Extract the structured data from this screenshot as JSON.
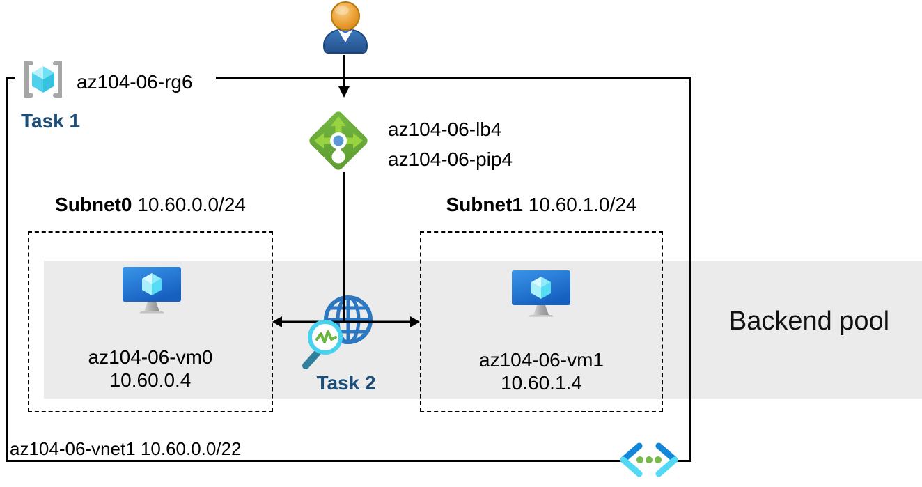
{
  "diagram": {
    "resource_group": {
      "name": "az104-06-rg6",
      "task_label": "Task 1"
    },
    "load_balancer": {
      "name": "az104-06-lb4",
      "public_ip": "az104-06-pip4"
    },
    "subnets": [
      {
        "name": "Subnet0",
        "cidr": "10.60.0.0/24",
        "vm": {
          "name": "az104-06-vm0",
          "ip": "10.60.0.4"
        }
      },
      {
        "name": "Subnet1",
        "cidr": "10.60.1.0/24",
        "vm": {
          "name": "az104-06-vm1",
          "ip": "10.60.1.4"
        }
      }
    ],
    "monitor_task_label": "Task 2",
    "backend_pool_label": "Backend pool",
    "vnet": {
      "name": "az104-06-vnet1",
      "cidr": "10.60.0.0/22"
    },
    "icons": [
      "person-icon",
      "resource-group-icon",
      "load-balancer-icon",
      "virtual-machine-icon",
      "globe-icon",
      "monitor-magnifier-icon",
      "virtual-network-icon",
      "down-arrow",
      "double-headed-arrow"
    ],
    "colors": {
      "band_gray": "#ebebeb",
      "task_navy": "#1b4e79",
      "lb_diamond_green": "#6aaa3c",
      "lb_arrow_green": "#97d440",
      "lb_dot_blue": "#5b9bd5",
      "globe_blue": "#2d77c1",
      "vm_monitor_blue": "#2176d2",
      "cube_cyan": "#50e6ff",
      "vnet_dark_blue": "#1286d8",
      "vnet_light_cyan": "#53d9f5",
      "vnet_dot_green": "#77b94a",
      "person_head_orange": "#eda33a",
      "person_body_blue": "#2f6cb3",
      "line_black": "#000000"
    }
  }
}
